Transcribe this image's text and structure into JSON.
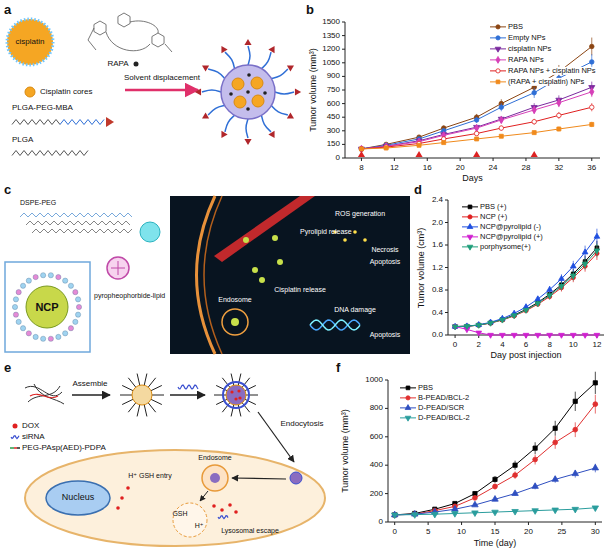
{
  "diagram": {
    "nodes": [
      {
        "text": [
          "cisplatin"
        ]
      },
      {
        "text": [
          "NCP"
        ]
      },
      {
        "text": [
          "Nucleus"
        ]
      }
    ],
    "labels": [
      "a",
      "b",
      "c",
      "d",
      "e",
      "f",
      "Cisplatin cores",
      "RAPA",
      "PLGA-PEG-MBA",
      "PLGA",
      "Solvent displacement",
      "Tumor volume (mm³)",
      "Days",
      "0",
      "150",
      "300",
      "450",
      "600",
      "750",
      "900",
      "1050",
      "1200",
      "1350",
      "1500",
      "8",
      "12",
      "16",
      "20",
      "24",
      "28",
      "32",
      "36",
      "DSPE-PEG",
      "pyropheophorbide-lipid",
      "Pyrolipid release",
      "ROS generation",
      "Necrosis",
      "Apoptosis",
      "Endosome",
      "Cisplatin release",
      "DNA damage",
      "Apoptosis",
      "Tumor volume (cm³)",
      "Day post injection",
      "0.0",
      "0.4",
      "0.8",
      "1.2",
      "1.6",
      "2.0",
      "2.4",
      "0",
      "2",
      "4",
      "6",
      "8",
      "10",
      "12",
      "Assemble",
      "DOX",
      "siRNA",
      "PEG-PAsp(AED)-PDPA",
      "Endocytosis",
      "Endosome",
      "H⁺ GSH entry",
      "GSH",
      "H⁺",
      "Lysosomal escape",
      "Tumor volume (mm³)",
      "Time (day)",
      "0",
      "200",
      "400",
      "600",
      "800",
      "1000",
      "0",
      "5",
      "10",
      "15",
      "20",
      "25",
      "30"
    ],
    "legend": [
      {
        "text": "PBS"
      },
      {
        "text": "Empty NPs"
      },
      {
        "text": "cisplatin NPs"
      },
      {
        "text": "RAPA NPs"
      },
      {
        "text": "RAPA NPs + cisplatin NPs"
      },
      {
        "text": "(RAPA + cisplatin) NPs"
      },
      {
        "text": "PBS (+)"
      },
      {
        "text": "NCP (+)"
      },
      {
        "text": "NCP@pyrolipid (-)"
      },
      {
        "text": "NCP@pyrolipid (+)"
      },
      {
        "text": "porphysome(+)"
      },
      {
        "text": "PBS"
      },
      {
        "text": "B-PEAD/BCL-2"
      },
      {
        "text": "D-PEAD/SCR"
      },
      {
        "text": "D-PEAD/BCL-2"
      }
    ]
  }
}
